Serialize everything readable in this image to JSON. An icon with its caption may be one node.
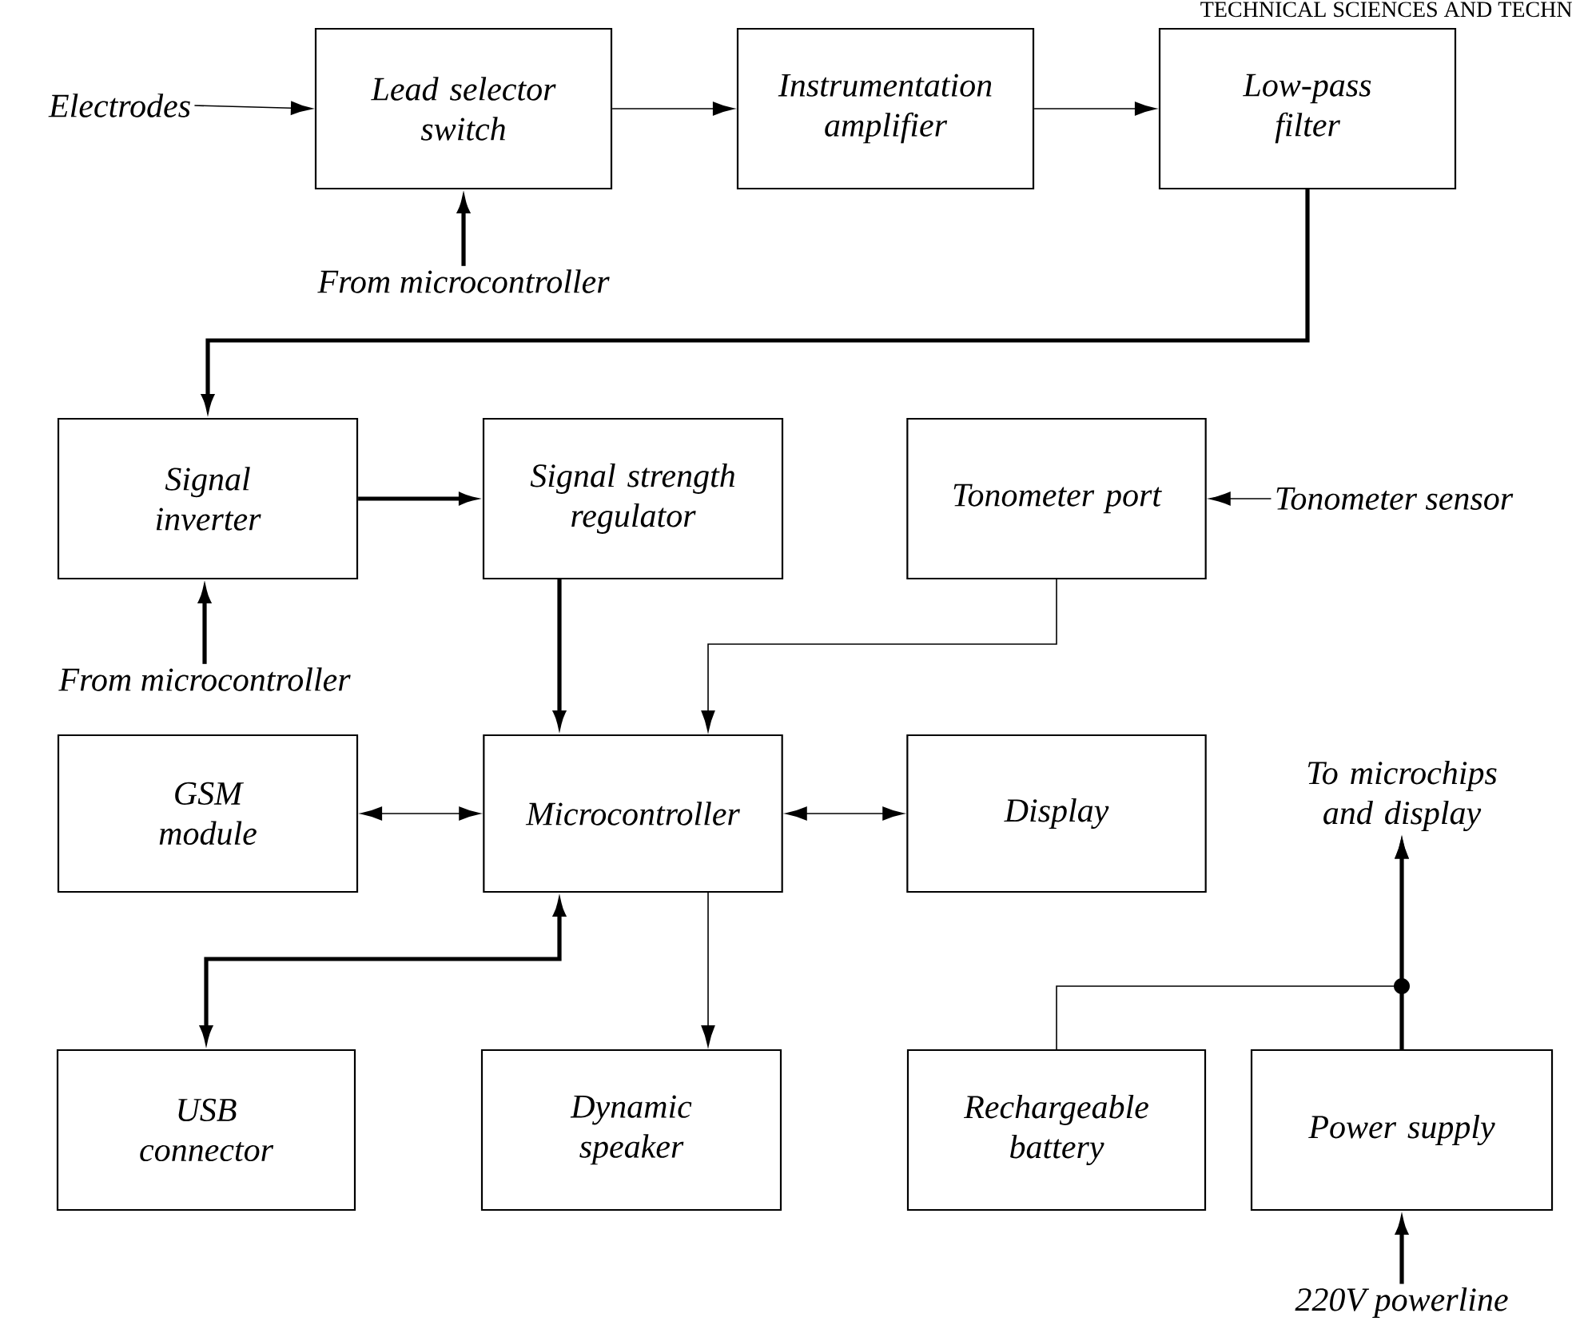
{
  "diagram": {
    "nodes": [
      {
        "text": [
          "Electrodes"
        ]
      },
      {
        "text": [
          "Lead selector switch"
        ]
      },
      {
        "text": [
          "Instrumentation amplifier"
        ]
      },
      {
        "text": [
          "Low-pass filter"
        ]
      },
      {
        "text": [
          "From microcontroller"
        ]
      },
      {
        "text": [
          "Signal inverter"
        ]
      },
      {
        "text": [
          "Signal strength regulator"
        ]
      },
      {
        "text": [
          "Tonometer port"
        ]
      },
      {
        "text": [
          "Tonometer sensor"
        ]
      },
      {
        "text": [
          "From microcontroller"
        ]
      },
      {
        "text": [
          "GSM module"
        ]
      },
      {
        "text": [
          "Microcontroller"
        ]
      },
      {
        "text": [
          "Display"
        ]
      },
      {
        "text": [
          "To microchips and display"
        ]
      },
      {
        "text": [
          "USB connector"
        ]
      },
      {
        "text": [
          "Dynamic speaker"
        ]
      },
      {
        "text": [
          "Rechargeable battery"
        ]
      },
      {
        "text": [
          "Power supply"
        ]
      },
      {
        "text": [
          "220V powerline"
        ]
      }
    ],
    "edges": [
      {
        "from": 0,
        "to": 1,
        "arrow": "to"
      },
      {
        "from": 4,
        "to": 1,
        "arrow": "to",
        "style": "thick"
      },
      {
        "from": 1,
        "to": 2,
        "arrow": "to"
      },
      {
        "from": 2,
        "to": 3,
        "arrow": "to"
      },
      {
        "from": 3,
        "to": 5,
        "arrow": "to",
        "style": "thick"
      },
      {
        "from": 9,
        "to": 5,
        "arrow": "to",
        "style": "thick"
      },
      {
        "from": 5,
        "to": 6,
        "arrow": "to",
        "style": "thick"
      },
      {
        "from": 6,
        "to": 11,
        "arrow": "to",
        "style": "thick"
      },
      {
        "from": 8,
        "to": 7,
        "arrow": "to"
      },
      {
        "from": 7,
        "to": 11,
        "arrow": "to"
      },
      {
        "from": 10,
        "to": 11,
        "arrow": "both"
      },
      {
        "from": 11,
        "to": 12,
        "arrow": "both"
      },
      {
        "from": 11,
        "to": 14,
        "arrow": "both",
        "style": "thick"
      },
      {
        "from": 11,
        "to": 15,
        "arrow": "to"
      },
      {
        "from": 16,
        "to": 13,
        "arrow": "to"
      },
      {
        "from": 17,
        "to": 13,
        "arrow": "to",
        "style": "thick"
      },
      {
        "from": 18,
        "to": 17,
        "arrow": "to",
        "style": "thick"
      }
    ],
    "labels": [
      "TECHNICAL SCIENCES AND TECHN"
    ]
  }
}
